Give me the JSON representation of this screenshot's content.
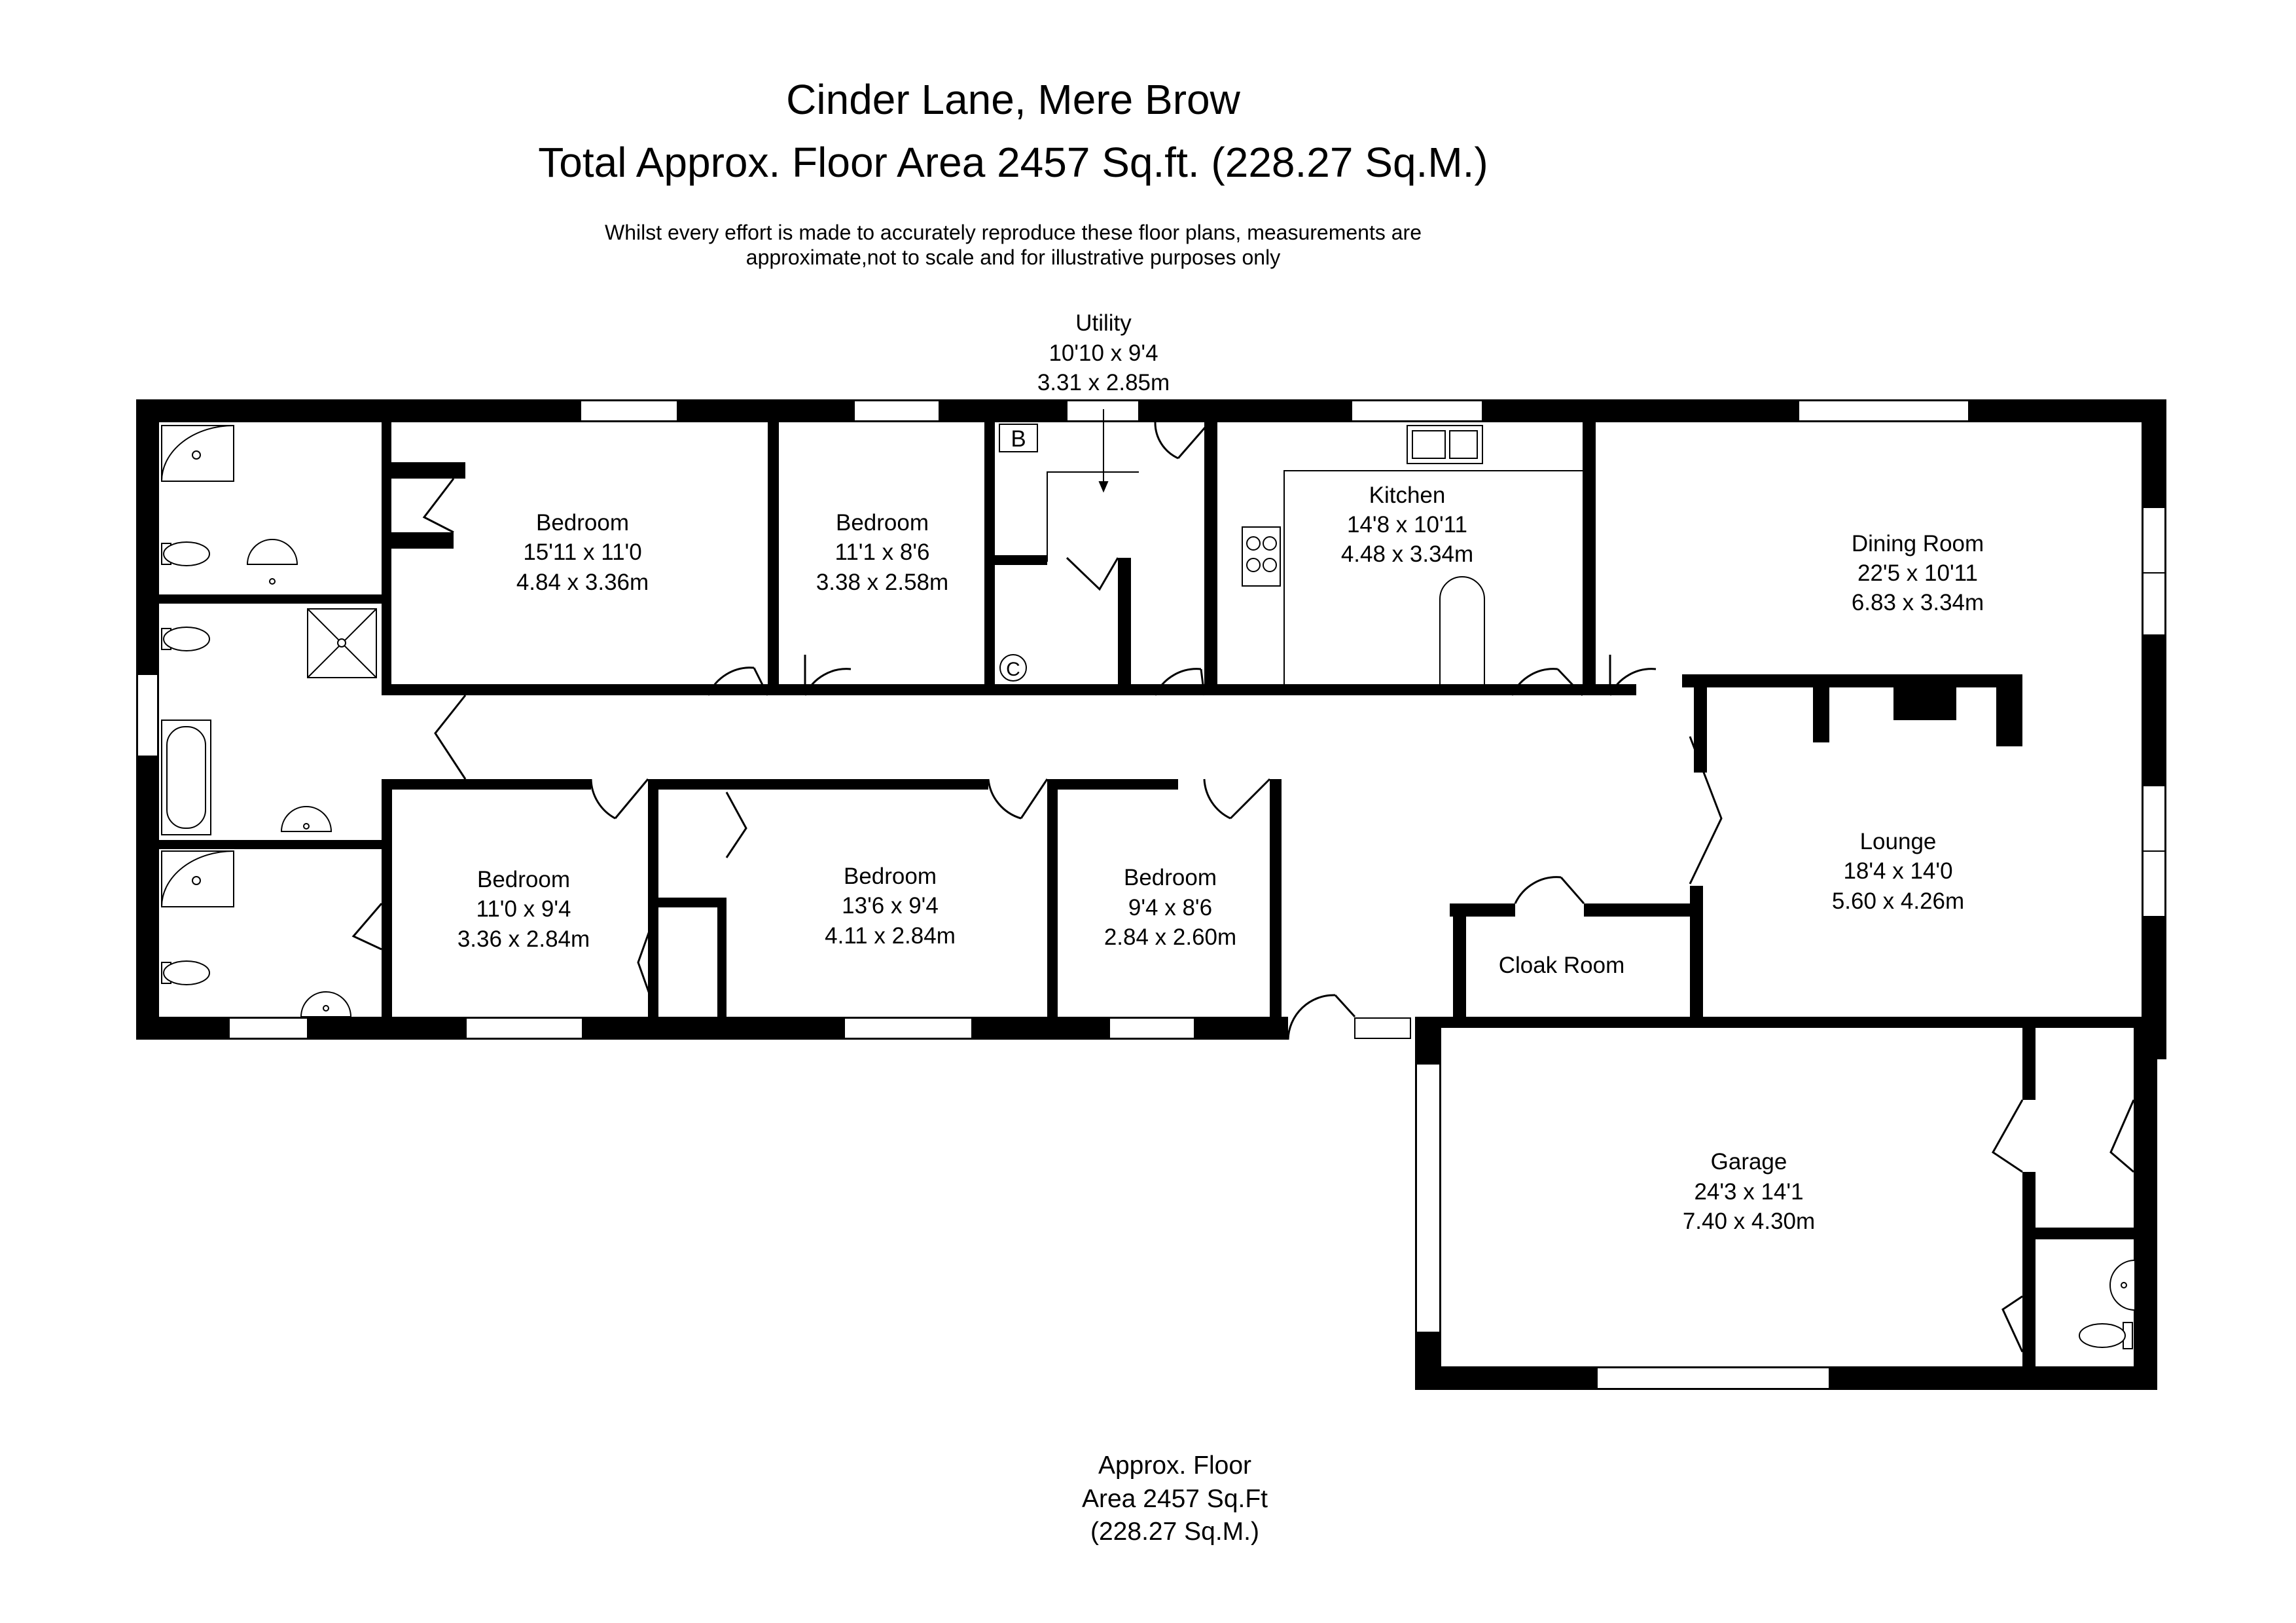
{
  "header": {
    "title": "Cinder Lane, Mere Brow",
    "area": "Total Approx. Floor Area 2457 Sq.ft. (228.27 Sq.M.)",
    "disclaimer_line1": "Whilst every effort is made to accurately reproduce these floor plans, measurements are",
    "disclaimer_line2": "approximate,not to scale and for illustrative purposes only"
  },
  "rooms": {
    "utility": {
      "name": "Utility",
      "imperial": "10'10 x 9'4",
      "metric": "3.31 x 2.85m"
    },
    "bedroom1": {
      "name": "Bedroom",
      "imperial": "15'11 x 11'0",
      "metric": "4.84 x 3.36m"
    },
    "bedroom2": {
      "name": "Bedroom",
      "imperial": "11'1 x 8'6",
      "metric": "3.38 x 2.58m"
    },
    "kitchen": {
      "name": "Kitchen",
      "imperial": "14'8 x 10'11",
      "metric": "4.48 x 3.34m"
    },
    "dining": {
      "name": "Dining Room",
      "imperial": "22'5 x 10'11",
      "metric": "6.83 x 3.34m"
    },
    "bedroom3": {
      "name": "Bedroom",
      "imperial": "11'0 x 9'4",
      "metric": "3.36 x 2.84m"
    },
    "bedroom4": {
      "name": "Bedroom",
      "imperial": "13'6 x 9'4",
      "metric": "4.11 x 2.84m"
    },
    "bedroom5": {
      "name": "Bedroom",
      "imperial": "9'4 x 8'6",
      "metric": "2.84 x 2.60m"
    },
    "lounge": {
      "name": "Lounge",
      "imperial": "18'4 x 14'0",
      "metric": "5.60 x 4.26m"
    },
    "cloak": {
      "name": "Cloak Room"
    },
    "garage": {
      "name": "Garage",
      "imperial": "24'3 x 14'1",
      "metric": "7.40 x 4.30m"
    }
  },
  "markers": {
    "boiler": "B",
    "cupboard": "C"
  },
  "footer": {
    "line1": "Approx. Floor",
    "line2": "Area 2457 Sq.Ft",
    "line3": "(228.27 Sq.M.)"
  }
}
